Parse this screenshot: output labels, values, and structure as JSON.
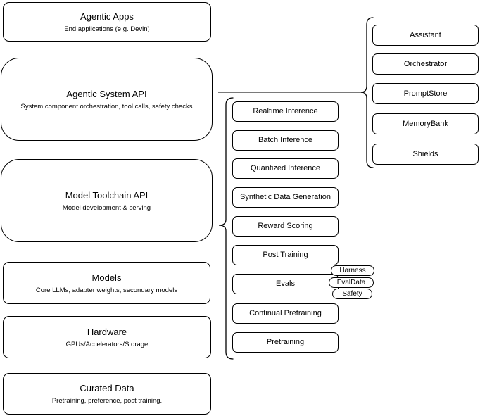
{
  "diagram": {
    "left_stack": [
      {
        "title": "Agentic Apps",
        "subtitle": "End applications (e.g. Devin)"
      },
      {
        "title": "Agentic System API",
        "subtitle": "System component orchestration, tool calls, safety checks"
      },
      {
        "title": "Model Toolchain API",
        "subtitle": "Model development & serving"
      },
      {
        "title": "Models",
        "subtitle": "Core LLMs, adapter weights, secondary models"
      },
      {
        "title": "Hardware",
        "subtitle": "GPUs/Accelerators/Storage"
      },
      {
        "title": "Curated Data",
        "subtitle": "Pretraining, preference, post training."
      }
    ],
    "toolchain_components": [
      "Realtime Inference",
      "Batch Inference",
      "Quantized Inference",
      "Synthetic Data Generation",
      "Reward Scoring",
      "Post Training",
      "Evals",
      "Continual Pretraining",
      "Pretraining"
    ],
    "evals_tags": [
      "Harness",
      "EvalData",
      "Safety"
    ],
    "system_components": [
      "Assistant",
      "Orchestrator",
      "PromptStore",
      "MemoryBank",
      "Shields"
    ],
    "colors": {
      "stroke": "#000000",
      "fill": "#ffffff",
      "connector": "#7a7a7a",
      "text": "#000000"
    }
  }
}
